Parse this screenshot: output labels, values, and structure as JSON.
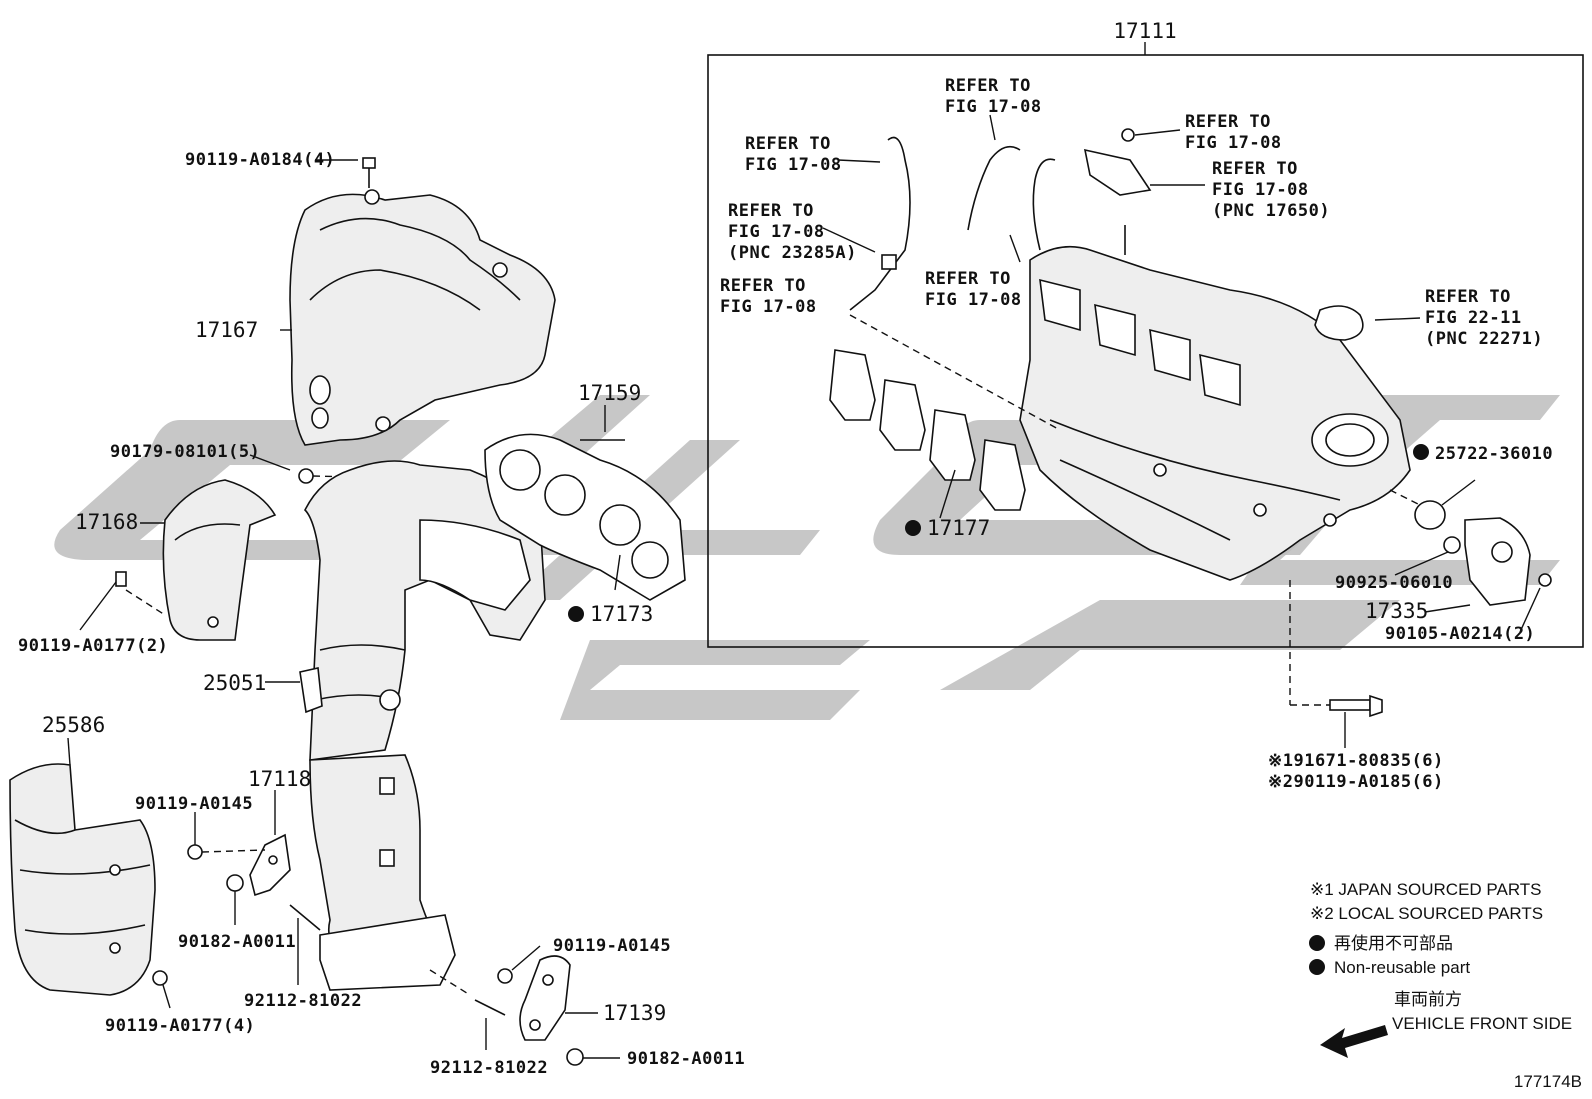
{
  "figure_id": "177174B",
  "assembly_label": "17111",
  "callouts": {
    "c90119_A0184": "90119-A0184(4)",
    "c17167": "17167",
    "c90179_08101": "90179-08101(5)",
    "c17168": "17168",
    "c90119_A0177_2": "90119-A0177(2)",
    "c17159": "17159",
    "c17173": "17173",
    "c25051": "25051",
    "c25586": "25586",
    "c17118": "17118",
    "c90119_A0145_a": "90119-A0145",
    "c90182_A0011_a": "90182-A0011",
    "c92112_81022_a": "92112-81022",
    "c90119_A0177_4": "90119-A0177(4)",
    "c90119_A0145_b": "90119-A0145",
    "c17139": "17139",
    "c92112_81022_b": "92112-81022",
    "c90182_A0011_b": "90182-A0011",
    "c17177": "17177",
    "c25722_36010": "25722-36010",
    "c90925_06010": "90925-06010",
    "c17335": "17335",
    "c90105_A0214": "90105-A0214(2)",
    "c91671_80835": "※191671-80835(6)",
    "c90119_A0185": "※290119-A0185(6)"
  },
  "refer": {
    "r1_l1": "REFER TO",
    "r1_l2": "FIG 17-08",
    "r2_l1": "REFER TO",
    "r2_l2": "FIG 17-08",
    "r3_l1": "REFER TO",
    "r3_l2": "FIG 17-08",
    "r4_l1": "REFER TO",
    "r4_l2": "FIG 17-08",
    "r4_l3": "(PNC 17650)",
    "r5_l1": "REFER TO",
    "r5_l2": "FIG 17-08",
    "r5_l3": "(PNC 23285A)",
    "r6_l1": "REFER TO",
    "r6_l2": "FIG 17-08",
    "r7_l1": "REFER TO",
    "r7_l2": "FIG 17-08",
    "r8_l1": "REFER TO",
    "r8_l2": "FIG 22-11",
    "r8_l3": "(PNC 22271)"
  },
  "legend": {
    "japan": "※1 JAPAN SOURCED PARTS",
    "local": "※2 LOCAL SOURCED PARTS",
    "nonreuse_jp": "再使用不可部品",
    "nonreuse_en": "Non-reusable part",
    "front_jp": "車両前方",
    "front_en": "VEHICLE FRONT SIDE"
  }
}
